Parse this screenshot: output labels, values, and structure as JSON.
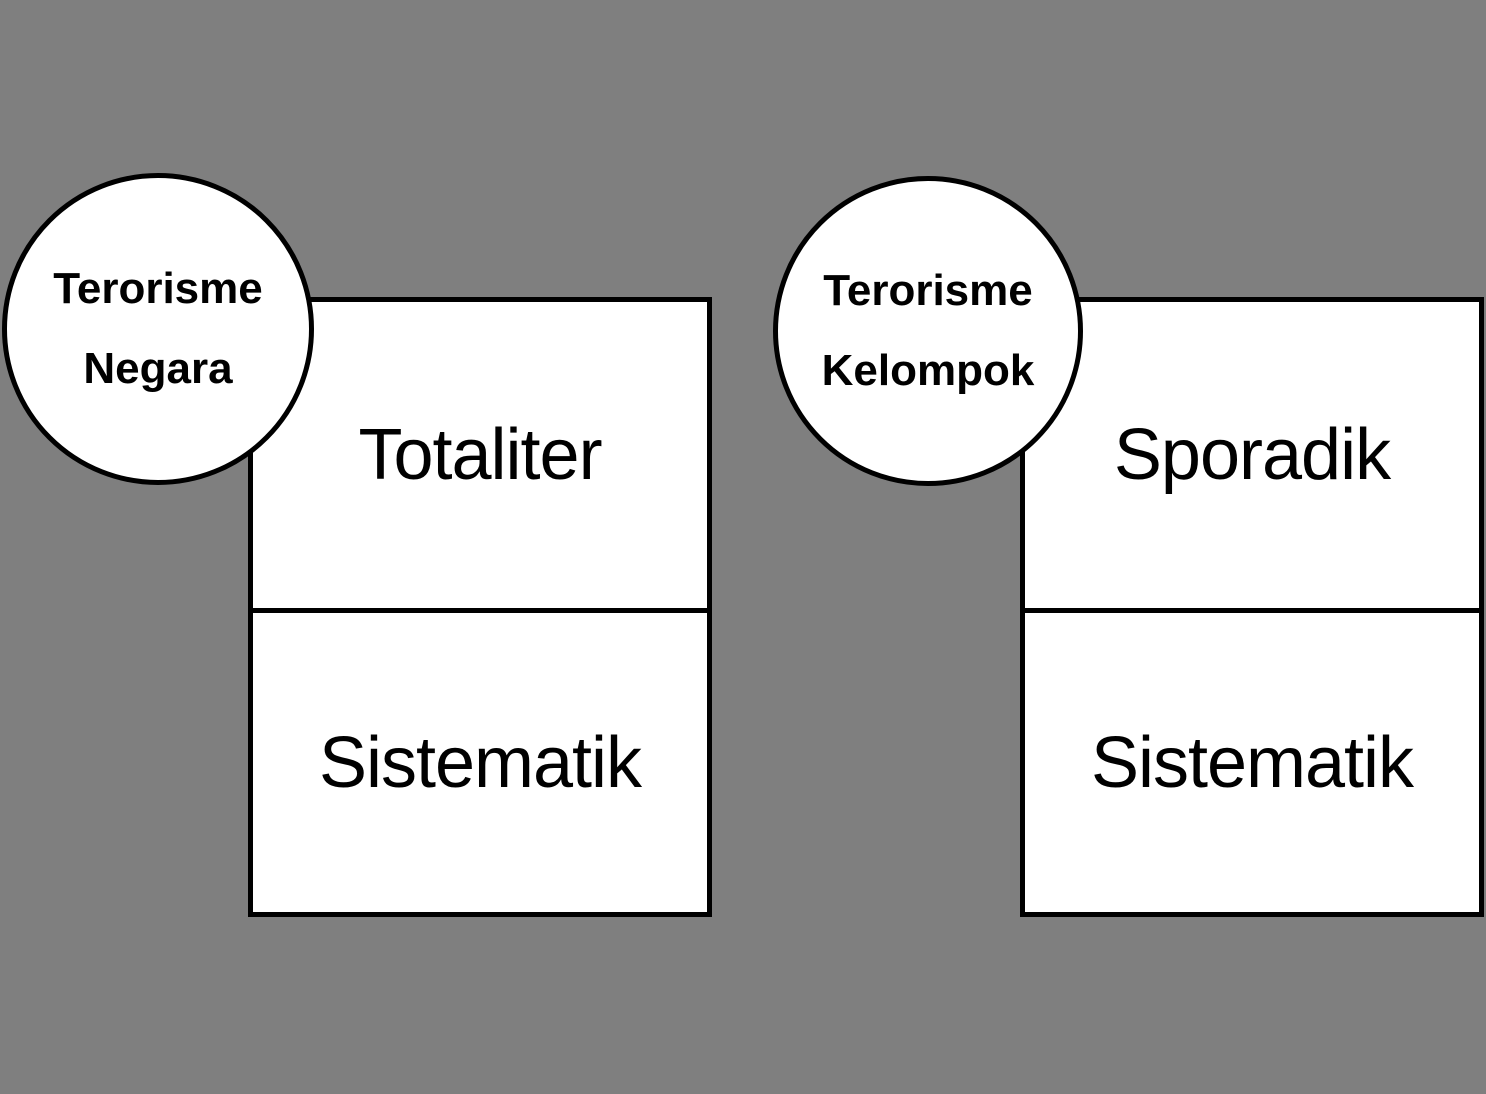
{
  "colors": {
    "background": "#7f7f7f",
    "fill": "#ffffff",
    "line": "#000000",
    "text": "#000000"
  },
  "diagram": {
    "groups": [
      {
        "circle": {
          "line1": "Terorisme",
          "line2": "Negara"
        },
        "cells": [
          "Totaliter",
          "Sistematik"
        ]
      },
      {
        "circle": {
          "line1": "Terorisme",
          "line2": "Kelompok"
        },
        "cells": [
          "Sporadik",
          "Sistematik"
        ]
      }
    ]
  }
}
